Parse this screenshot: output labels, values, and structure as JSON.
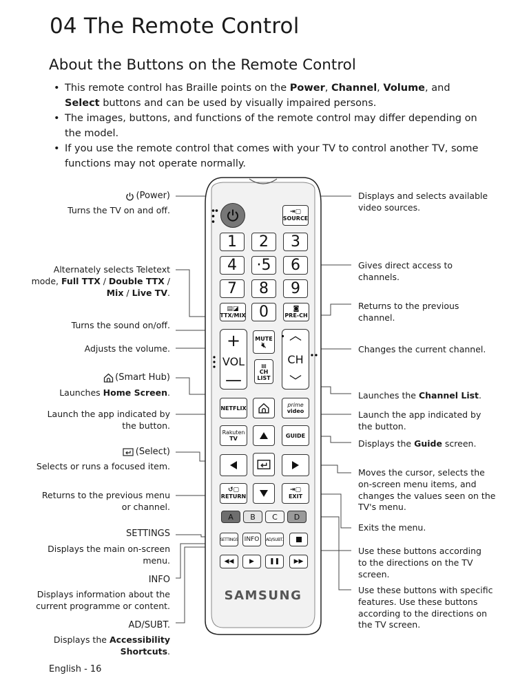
{
  "page_title": "04  The Remote Control",
  "section_title": "About the Buttons on the Remote Control",
  "bullets": [
    {
      "pre": "This remote control has Braille points on the ",
      "b1": "Power",
      "m1": ", ",
      "b2": "Channel",
      "m2": ", ",
      "b3": "Volume",
      "m3": ", and ",
      "b4": "Select",
      "post": " buttons and can be used by visually impaired persons."
    },
    {
      "text": "The images, buttons, and functions of the remote control may differ depending on the model."
    },
    {
      "text": "If you use the remote control that comes with your TV to control another TV, some functions may not operate normally."
    }
  ],
  "left_labels": {
    "power_heading": "(Power)",
    "power_desc": "Turns the TV on and off.",
    "teletext_l1": "Alternately selects Teletext",
    "teletext_l2a": "mode, ",
    "teletext_l2b": "Full TTX",
    "teletext_l2c": " / ",
    "teletext_l2d": "Double TTX",
    "teletext_l2e": " /",
    "teletext_l3a": "Mix",
    "teletext_l3b": " / ",
    "teletext_l3c": "Live TV",
    "teletext_l3d": ".",
    "mute_desc": "Turns the sound on/off.",
    "volume_desc": "Adjusts the volume.",
    "smarthub_heading": "(Smart Hub)",
    "smarthub_desc_a": "Launches ",
    "smarthub_desc_b": "Home Screen",
    "smarthub_desc_c": ".",
    "app_left_l1": "Launch the app indicated by",
    "app_left_l2": "the button.",
    "select_heading": "(Select)",
    "select_desc": "Selects or runs a focused item.",
    "return_l1": "Returns to the previous menu",
    "return_l2": "or channel.",
    "settings_heading": "SETTINGS",
    "settings_l1": "Displays the main on-screen",
    "settings_l2": "menu.",
    "info_heading": "INFO",
    "info_l1": "Displays information about the",
    "info_l2": "current programme or content.",
    "adsubt_heading": "AD/SUBT.",
    "adsubt_l1a": "Displays the ",
    "adsubt_l1b": "Accessibility",
    "adsubt_l2b": "Shortcuts",
    "adsubt_l2c": "."
  },
  "right_labels": {
    "source_l1": "Displays and selects available",
    "source_l2": "video sources.",
    "numbers_l1": "Gives direct access to",
    "numbers_l2": "channels.",
    "prech_l1": "Returns to the previous",
    "prech_l2": "channel.",
    "channel_desc": "Changes the current channel.",
    "chlist_a": "Launches the ",
    "chlist_b": "Channel List",
    "chlist_c": ".",
    "app_right_l1": "Launch the app indicated by",
    "app_right_l2": "the button.",
    "guide_a": "Displays the ",
    "guide_b": "Guide",
    "guide_c": " screen.",
    "cursor_l1": "Moves the cursor, selects the",
    "cursor_l2": "on-screen menu items, and",
    "cursor_l3": "changes the values seen on the",
    "cursor_l4": "TV's menu.",
    "exit_desc": "Exits the menu.",
    "color_l1": "Use these buttons according",
    "color_l2": "to the directions on the TV",
    "color_l3": "screen.",
    "media_l1": "Use these buttons with specific",
    "media_l2": "features. Use these buttons",
    "media_l3": "according to the directions on",
    "media_l4": "the TV screen."
  },
  "remote": {
    "source": "SOURCE",
    "digits": [
      "1",
      "2",
      "3",
      "4",
      "·5",
      "6",
      "7",
      "8",
      "9",
      "0"
    ],
    "ttx": "TTX/MIX",
    "prech": "PRE-CH",
    "mute": "MUTE",
    "vol": "VOL",
    "ch": "CH",
    "chlist_1": "CH",
    "chlist_2": "LIST",
    "netflix": "NETFLIX",
    "prime_1": "prime",
    "prime_2": "video",
    "rakuten_1": "Rakuten",
    "rakuten_2": "TV",
    "guide": "GUIDE",
    "return": "RETURN",
    "exit": "EXIT",
    "colors": [
      "A",
      "B",
      "C",
      "D"
    ],
    "settings": "SETTINGS",
    "info": "INFO",
    "adsubt": "AD/SUBT.",
    "brand": "SAMSUNG"
  },
  "footer": "English - 16"
}
